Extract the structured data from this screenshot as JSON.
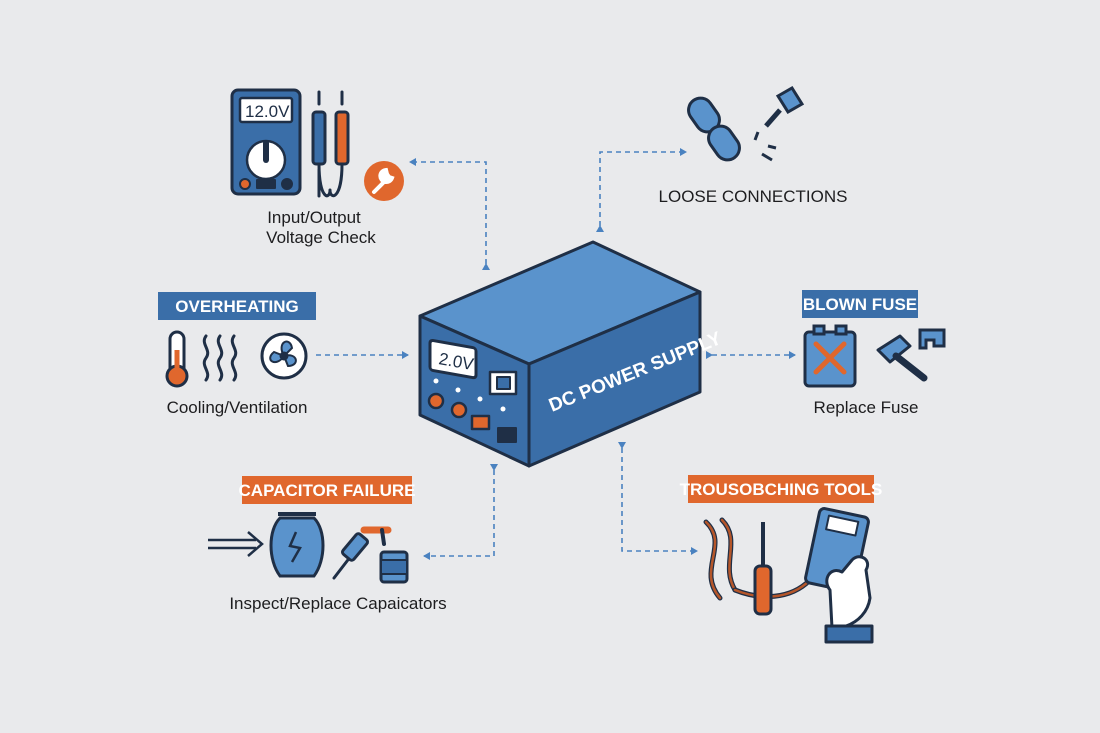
{
  "center": {
    "title": "DC POWER SUPPLY",
    "display": "2.0V"
  },
  "nodes": {
    "voltage_check": {
      "meter_display": "12.0V",
      "caption_line1": "Input/Output",
      "caption_line2": "Voltage Check"
    },
    "loose_connections": {
      "heading": "LOOSE CONNECTIONS"
    },
    "overheating": {
      "badge": "OVERHEATING",
      "caption": "Cooling/Ventilation"
    },
    "blown_fuse": {
      "badge": "BLOWN FUSE",
      "caption": "Replace Fuse"
    },
    "capacitor_failure": {
      "badge": "CAPACITOR FAILURE",
      "caption": "Inspect/Replace Capaicators"
    },
    "troubleshooting_tools": {
      "badge": "TROUSOBCHING TOOLS"
    }
  },
  "colors": {
    "background": "#e9eaec",
    "blue": "#3a6ea8",
    "blue_light": "#5a93cc",
    "orange": "#e0672d",
    "outline": "#1f2f46",
    "connector": "#4a82c0"
  },
  "icons": [
    "multimeter-icon",
    "probe-leads-icon",
    "wrench-icon",
    "chain-link-icon",
    "screw-icon",
    "thermometer-icon",
    "heat-waves-icon",
    "fan-icon",
    "fuse-icon",
    "hammer-icon",
    "clip-icon",
    "arrow-icon",
    "capacitor-icon",
    "soldering-iron-icon",
    "wires-icon",
    "screwdriver-icon",
    "hand-meter-icon"
  ]
}
